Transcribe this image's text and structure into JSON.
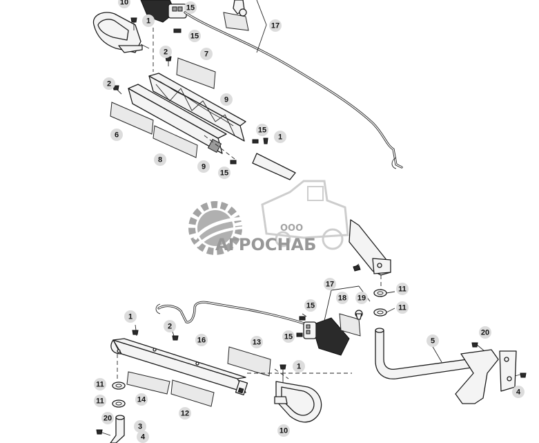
{
  "watermark": {
    "company_prefix": "ООО",
    "company_name": "АГРОСНАБ"
  },
  "callouts": [
    {
      "id": "c-10-top",
      "label": "10"
    },
    {
      "id": "c-1-a",
      "label": "1"
    },
    {
      "id": "c-15-a",
      "label": "15"
    },
    {
      "id": "c-15-b",
      "label": "15"
    },
    {
      "id": "c-17-top",
      "label": "17"
    },
    {
      "id": "c-2-a",
      "label": "2"
    },
    {
      "id": "c-7",
      "label": "7"
    },
    {
      "id": "c-2-b",
      "label": "2"
    },
    {
      "id": "c-9-a",
      "label": "9"
    },
    {
      "id": "c-6",
      "label": "6"
    },
    {
      "id": "c-15-c",
      "label": "15"
    },
    {
      "id": "c-1-b",
      "label": "1"
    },
    {
      "id": "c-8",
      "label": "8"
    },
    {
      "id": "c-9-b",
      "label": "9"
    },
    {
      "id": "c-15-d",
      "label": "15"
    },
    {
      "id": "c-17-mid",
      "label": "17"
    },
    {
      "id": "c-11-a",
      "label": "11"
    },
    {
      "id": "c-11-b",
      "label": "11"
    },
    {
      "id": "c-15-e",
      "label": "15"
    },
    {
      "id": "c-18",
      "label": "18"
    },
    {
      "id": "c-19",
      "label": "19"
    },
    {
      "id": "c-1-c",
      "label": "1"
    },
    {
      "id": "c-2-c",
      "label": "2"
    },
    {
      "id": "c-16",
      "label": "16"
    },
    {
      "id": "c-15-f",
      "label": "15"
    },
    {
      "id": "c-13",
      "label": "13"
    },
    {
      "id": "c-20-a",
      "label": "20"
    },
    {
      "id": "c-5",
      "label": "5"
    },
    {
      "id": "c-1-d",
      "label": "1"
    },
    {
      "id": "c-11-c",
      "label": "11"
    },
    {
      "id": "c-14",
      "label": "14"
    },
    {
      "id": "c-12",
      "label": "12"
    },
    {
      "id": "c-11-d",
      "label": "11"
    },
    {
      "id": "c-4-a",
      "label": "4"
    },
    {
      "id": "c-20-b",
      "label": "20"
    },
    {
      "id": "c-3",
      "label": "3"
    },
    {
      "id": "c-10-bot",
      "label": "10"
    },
    {
      "id": "c-4-b",
      "label": "4"
    }
  ]
}
